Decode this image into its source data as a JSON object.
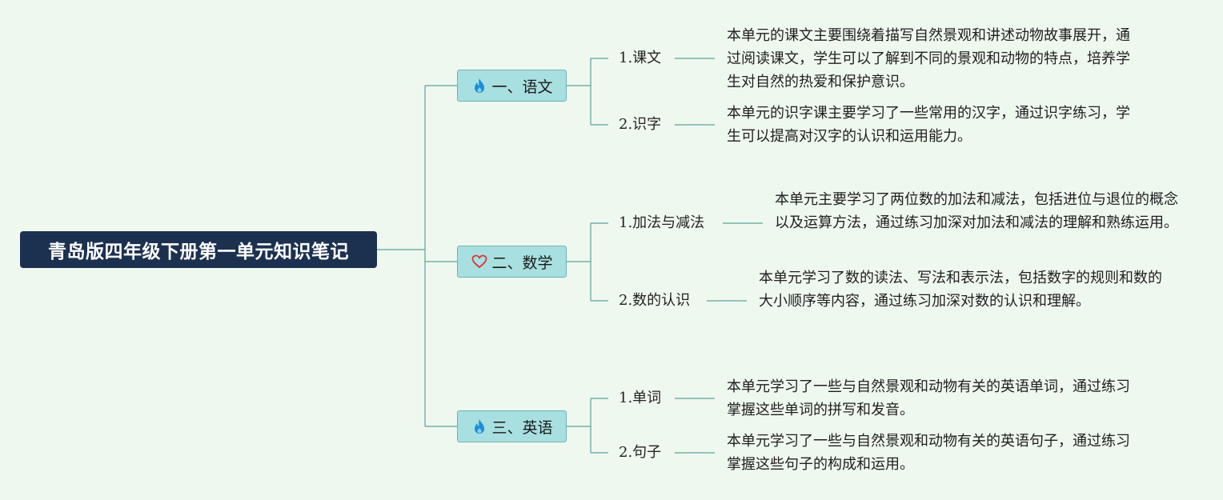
{
  "root": {
    "title": "青岛版四年级下册第一单元知识笔记"
  },
  "topics": [
    {
      "label": "一、语文",
      "icon": "flame-icon",
      "icon_color": "#1a8fd6",
      "items": [
        {
          "label": "1.课文",
          "desc": "本单元的课文主要围绕着描写自然景观和讲述动物故事展开，通过阅读课文，学生可以了解到不同的景观和动物的特点，培养学生对自然的热爱和保护意识。"
        },
        {
          "label": "2.识字",
          "desc": "本单元的识字课主要学习了一些常用的汉字，通过识字练习，学生可以提高对汉字的认识和运用能力。"
        }
      ]
    },
    {
      "label": "二、数学",
      "icon": "heart-icon",
      "icon_color": "#d93636",
      "items": [
        {
          "label": "1.加法与减法",
          "desc": "本单元主要学习了两位数的加法和减法，包括进位与退位的概念以及运算方法，通过练习加深对加法和减法的理解和熟练运用。"
        },
        {
          "label": "2.数的认识",
          "desc": "本单元学习了数的读法、写法和表示法，包括数字的规则和数的大小顺序等内容，通过练习加深对数的认识和理解。"
        }
      ]
    },
    {
      "label": "三、英语",
      "icon": "flame-icon",
      "icon_color": "#1a8fd6",
      "items": [
        {
          "label": "1.单词",
          "desc": "本单元学习了一些与自然景观和动物有关的英语单词，通过练习掌握这些单词的拼写和发音。"
        },
        {
          "label": "2.句子",
          "desc": "本单元学习了一些与自然景观和动物有关的英语句子，通过练习掌握这些句子的构成和运用。"
        }
      ]
    }
  ],
  "colors": {
    "background": "#eff8ef",
    "root_fill": "#1c3150",
    "topic_fill": "#a8dfe0",
    "line": "#5aa39c"
  }
}
